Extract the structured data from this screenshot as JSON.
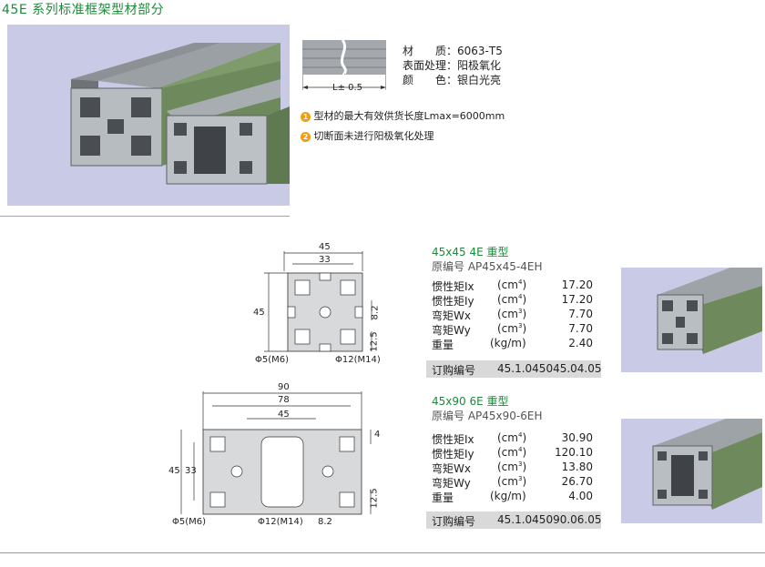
{
  "title": "45E 系列标准框架型材部分",
  "material": {
    "dim_label": "L± 0.5",
    "rows": [
      {
        "label": "材　　质：",
        "value": "6063-T5"
      },
      {
        "label": "表面处理：",
        "value": "阳极氧化"
      },
      {
        "label": "颜　　色：",
        "value": "银白光亮"
      }
    ]
  },
  "notes": [
    {
      "num": "1",
      "text": "型材的最大有效供货长度Lmax=6000mm"
    },
    {
      "num": "2",
      "text": "切断面未进行阳极氧化处理"
    }
  ],
  "products": [
    {
      "name": "45x45 4E 重型",
      "orig": "原编号  AP45x45-4EH",
      "props": [
        {
          "label": "惯性矩Ix",
          "unit_base": "(cm",
          "unit_exp": "4",
          "value": "17.20"
        },
        {
          "label": "惯性矩Iy",
          "unit_base": "(cm",
          "unit_exp": "4",
          "value": "17.20"
        },
        {
          "label": "弯矩Wx",
          "unit_base": "(cm",
          "unit_exp": "3",
          "value": "7.70"
        },
        {
          "label": "弯矩Wy",
          "unit_base": "(cm",
          "unit_exp": "3",
          "value": "7.70"
        },
        {
          "label": "重量",
          "unit_base": "(kg/m",
          "unit_exp": "",
          "value": "2.40"
        }
      ],
      "order_label": "订购编号",
      "order_code": "45.1.045045.04.05",
      "dims": {
        "w": "45",
        "inner": "33",
        "h": "45",
        "side": "8.2",
        "slot": "12.5",
        "hole_small": "Φ5(M6)",
        "hole_big": "Φ12(M14)"
      }
    },
    {
      "name": "45x90 6E 重型",
      "orig": "原编号  AP45x90-6EH",
      "props": [
        {
          "label": "惯性矩Ix",
          "unit_base": "(cm",
          "unit_exp": "4",
          "value": "30.90"
        },
        {
          "label": "惯性矩Iy",
          "unit_base": "(cm",
          "unit_exp": "4",
          "value": "120.10"
        },
        {
          "label": "弯矩Wx",
          "unit_base": "(cm",
          "unit_exp": "3",
          "value": "13.80"
        },
        {
          "label": "弯矩Wy",
          "unit_base": "(cm",
          "unit_exp": "3",
          "value": "26.70"
        },
        {
          "label": "重量",
          "unit_base": "(kg/m",
          "unit_exp": "",
          "value": "4.00"
        }
      ],
      "order_label": "订购编号",
      "order_code": "45.1.045090.06.05",
      "dims": {
        "w": "90",
        "inner": "78",
        "mid": "45",
        "h": "45",
        "inner_h": "33",
        "side": "4",
        "slot": "12.5",
        "hole_small": "Φ5(M6)",
        "hole_big": "Φ12(M14)",
        "edge": "8.2"
      }
    }
  ]
}
